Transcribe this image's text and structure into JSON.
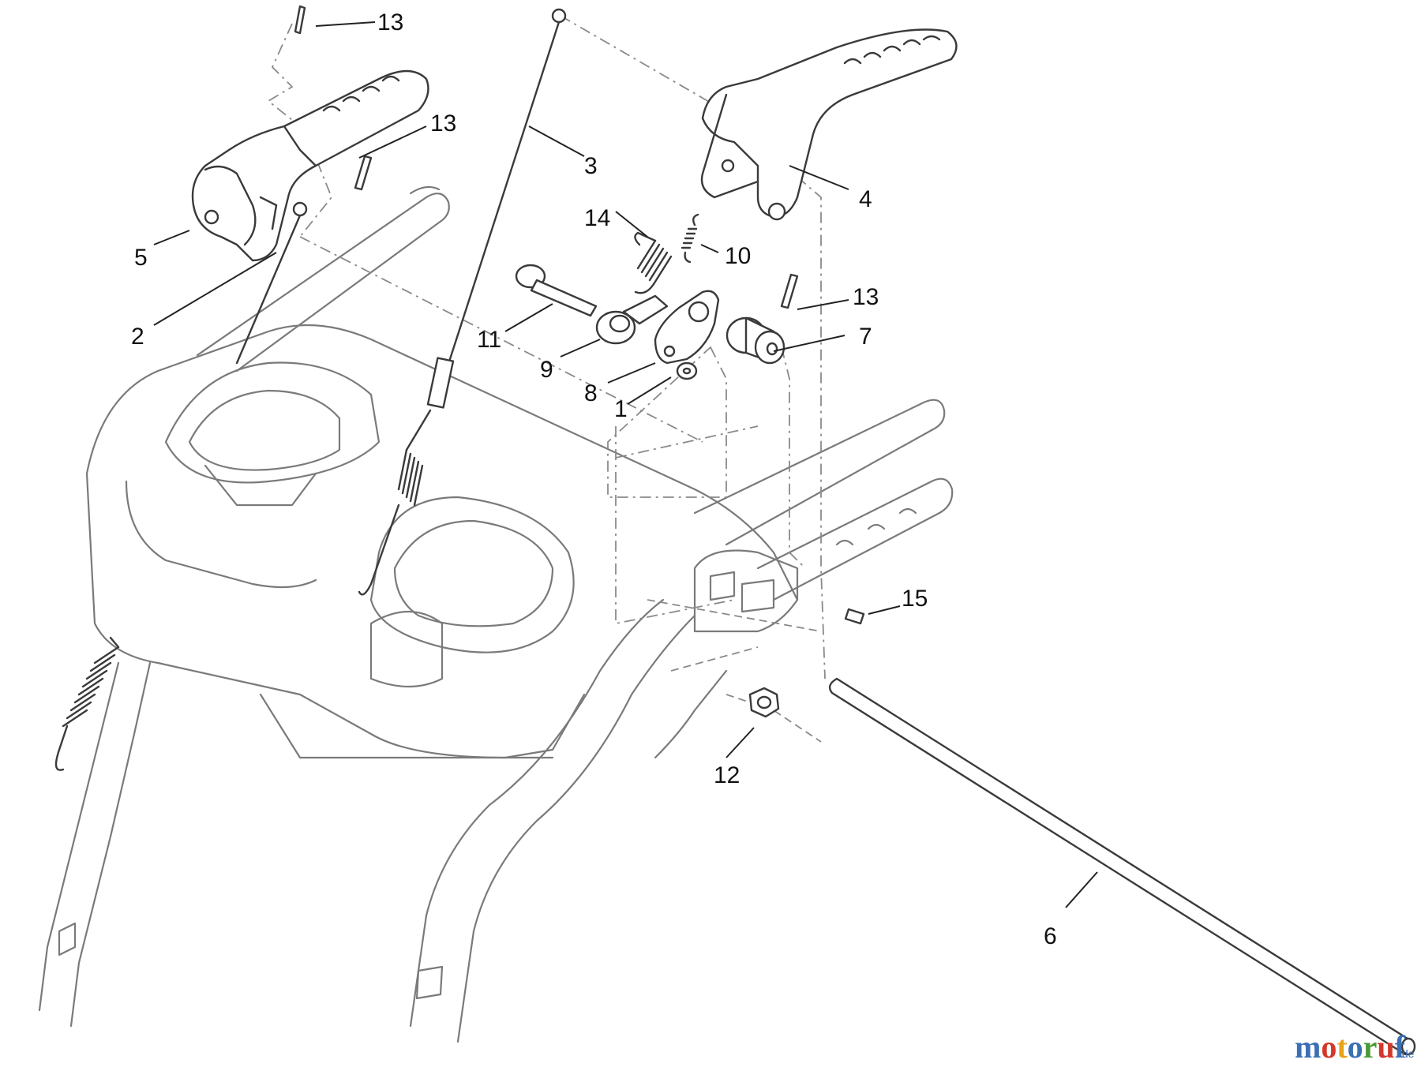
{
  "callouts": [
    {
      "id": "13",
      "label": "13"
    },
    {
      "id": "13b",
      "label": "13"
    },
    {
      "id": "5",
      "label": "5"
    },
    {
      "id": "2",
      "label": "2"
    },
    {
      "id": "3",
      "label": "3"
    },
    {
      "id": "14",
      "label": "14"
    },
    {
      "id": "10",
      "label": "10"
    },
    {
      "id": "4",
      "label": "4"
    },
    {
      "id": "11",
      "label": "11"
    },
    {
      "id": "13c",
      "label": "13"
    },
    {
      "id": "7",
      "label": "7"
    },
    {
      "id": "9",
      "label": "9"
    },
    {
      "id": "8",
      "label": "8"
    },
    {
      "id": "1",
      "label": "1"
    },
    {
      "id": "15",
      "label": "15"
    },
    {
      "id": "12",
      "label": "12"
    },
    {
      "id": "6",
      "label": "6"
    }
  ],
  "watermark": {
    "letters": [
      "m",
      "o",
      "t",
      "o",
      "r",
      "u",
      "f"
    ],
    "colors": [
      "#3a6fb5",
      "#d4372c",
      "#e8a317",
      "#3a6fb5",
      "#4a9a3a",
      "#d4372c",
      "#3a6fb5"
    ],
    "suffix": ".de"
  }
}
